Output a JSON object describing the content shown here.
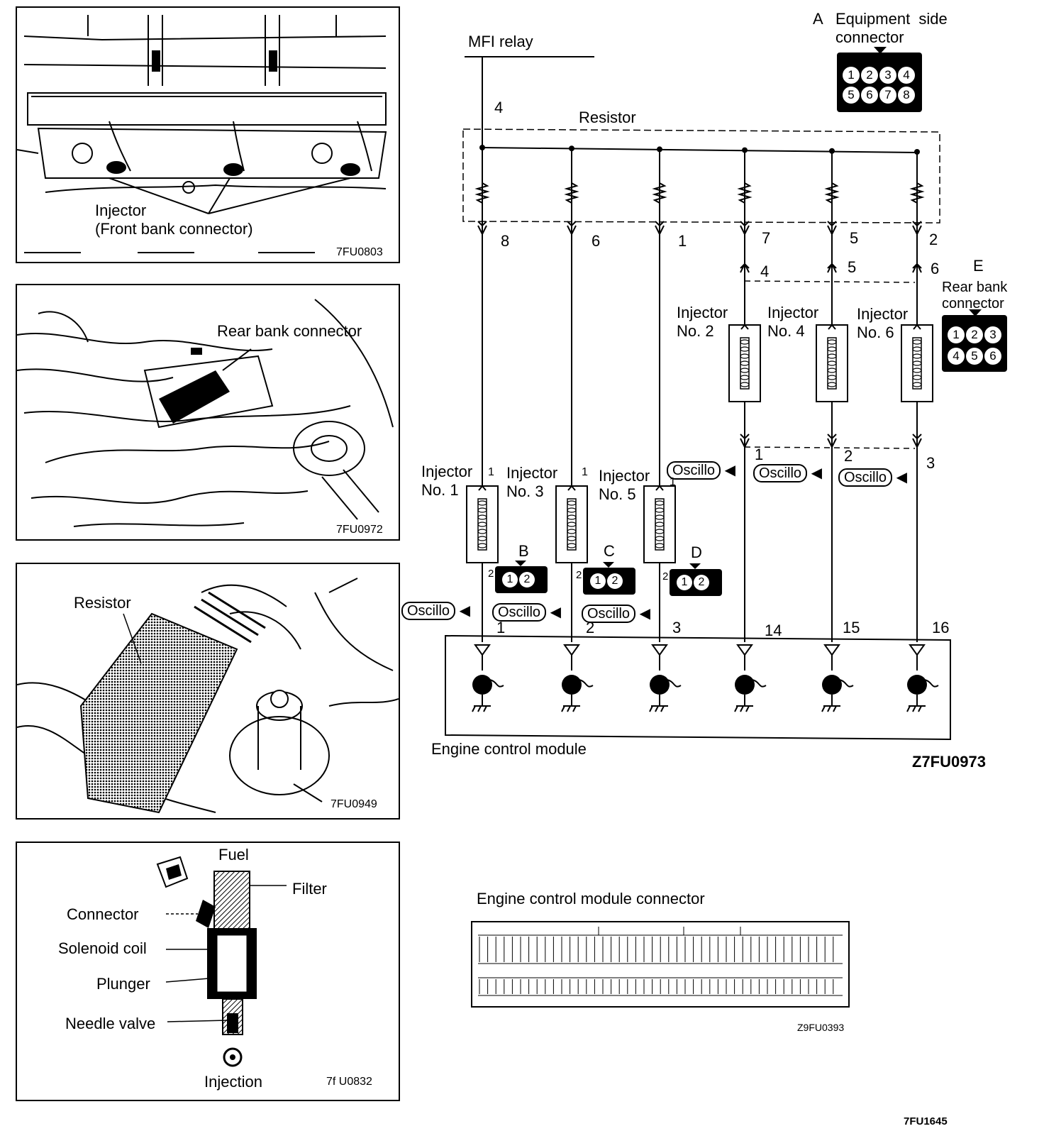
{
  "panel1": {
    "callout_line1": "Injector",
    "callout_line2": "(Front bank connector)",
    "figure_code": "7FU0803"
  },
  "panel2": {
    "callout": "Rear bank connector",
    "figure_code": "7FU0972"
  },
  "panel3": {
    "callout": "Resistor",
    "figure_code": "7FU0949"
  },
  "panel4": {
    "fuel": "Fuel",
    "filter": "Filter",
    "connector": "Connector",
    "solenoid": "Solenoid coil",
    "plunger": "Plunger",
    "needle": "Needle valve",
    "injection": "Injection",
    "figure_code": "7f U0832"
  },
  "schematic": {
    "mfi_relay": "MFI relay",
    "resistor": "Resistor",
    "ecm": "Engine control module",
    "figure_code": "Z7FU0973",
    "relay_pin": "4",
    "resistor_pins": [
      "8",
      "6",
      "1",
      "7",
      "5",
      "2"
    ],
    "rear_pins_top": [
      "4",
      "5",
      "6"
    ],
    "rear_pins_bottom": [
      "1",
      "2",
      "3"
    ],
    "ecm_pins": [
      "1",
      "2",
      "3",
      "14",
      "15",
      "16"
    ],
    "injectors": [
      {
        "line1": "Injector",
        "line2": "No. 1"
      },
      {
        "line1": "Injector",
        "line2": "No. 3"
      },
      {
        "line1": "Injector",
        "line2": "No. 5"
      },
      {
        "line1": "Injector",
        "line2": "No. 2"
      },
      {
        "line1": "Injector",
        "line2": "No. 4"
      },
      {
        "line1": "Injector",
        "line2": "No. 6"
      }
    ],
    "oscillo": "Oscillo",
    "connector_letters": [
      "B",
      "C",
      "D"
    ],
    "pin_one": "1",
    "pin_two": "2",
    "conn_a_label": "A",
    "conn_a_line1": "Equipment  side",
    "conn_a_line2": "connector",
    "conn_a_pins": [
      "1",
      "2",
      "3",
      "4",
      "5",
      "6",
      "7",
      "8"
    ],
    "conn_e_label": "E",
    "conn_e_line1": "Rear bank",
    "conn_e_line2": "connector",
    "conn_e_pins": [
      "1",
      "2",
      "3",
      "4",
      "5",
      "6"
    ]
  },
  "ecm_connector": {
    "title": "Engine control module connector",
    "figure_code": "Z9FU0393"
  },
  "page_code": "7FU1645"
}
